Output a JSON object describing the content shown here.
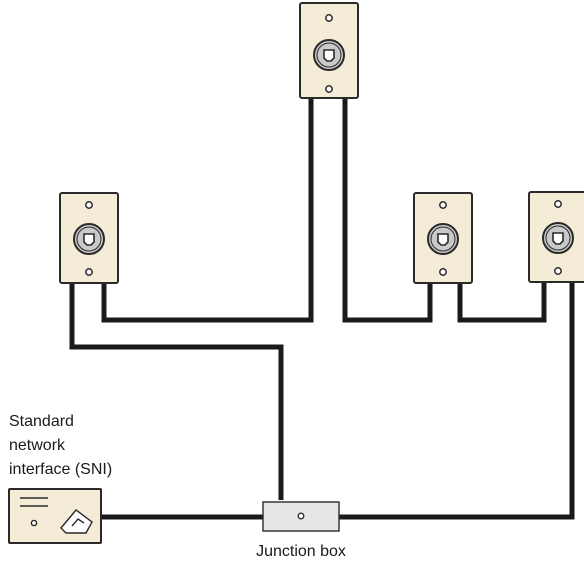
{
  "labels": {
    "sni_line1": "Standard",
    "sni_line2": "network",
    "sni_line3": "interface (SNI)",
    "junction_box": "Junction box"
  },
  "colors": {
    "wall_plate_fill": "#f4ecd6",
    "wall_plate_stroke": "#2a2a2a",
    "jack_fill": "#c9c9c9",
    "wire": "#1a1a1a",
    "junction_box_fill": "#e6e6e6",
    "sni_fill": "#f4ecd6"
  },
  "icons": {
    "wall_jack": "telephone-jack-icon",
    "sni": "network-interface-icon",
    "junction": "junction-box-icon"
  }
}
